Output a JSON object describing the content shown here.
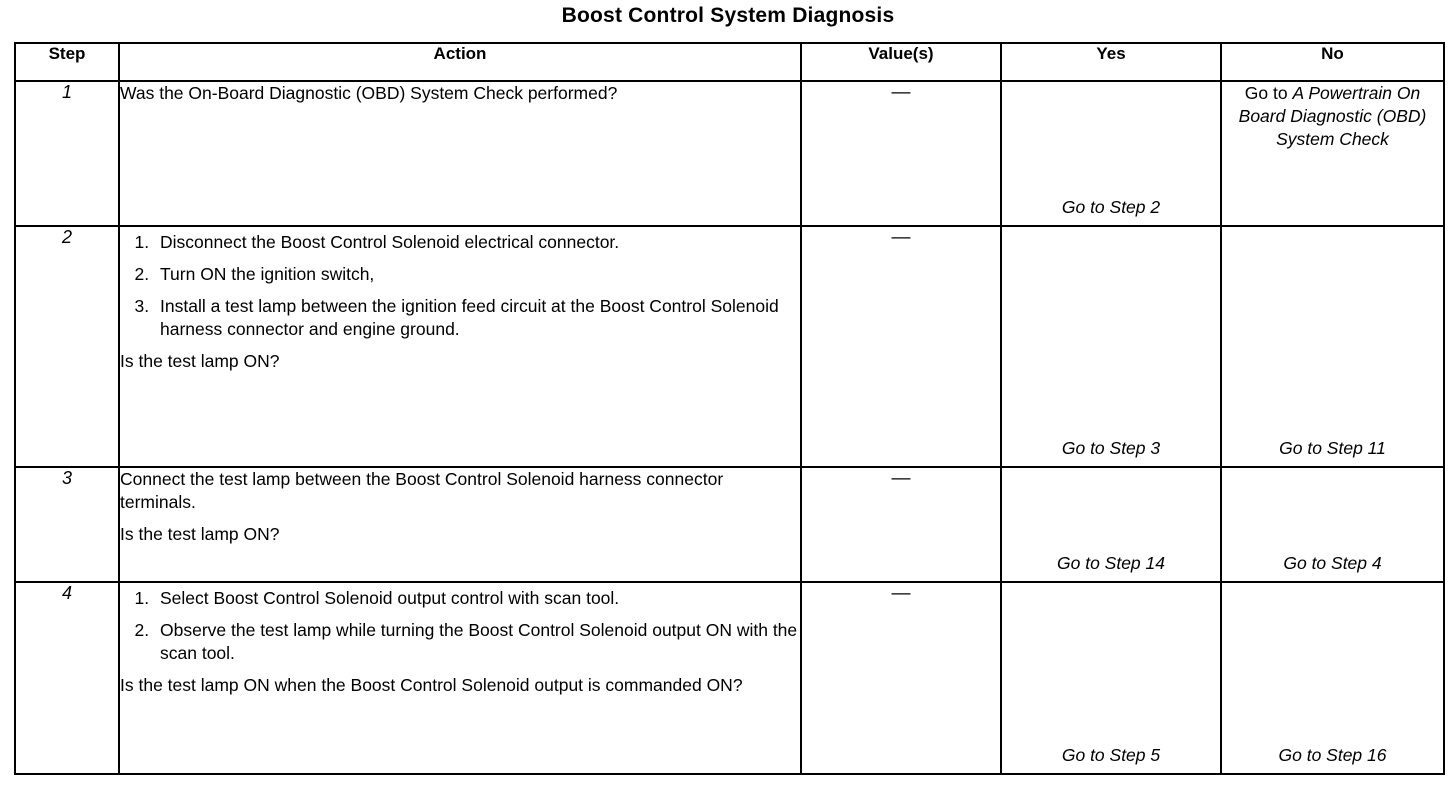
{
  "title": "Boost Control System Diagnosis",
  "table": {
    "headers": {
      "step": "Step",
      "action": "Action",
      "value": "Value(s)",
      "yes": "Yes",
      "no": "No"
    },
    "rows": [
      {
        "step": "1",
        "action_lead": "Was the On-Board Diagnostic (OBD) System Check performed?",
        "action_items": [],
        "action_question": "",
        "value": "—",
        "yes": "Go to Step 2",
        "no_lead": "Go to ",
        "no_italic": "A Powertrain On Board Diagnostic (OBD) System Check"
      },
      {
        "step": "2",
        "action_lead": "",
        "action_items": [
          "Disconnect the Boost Control Solenoid electrical connector.",
          "Turn ON the ignition switch,",
          "Install a test lamp between the ignition feed circuit at the Boost Control Solenoid harness connector and engine ground."
        ],
        "action_question": "Is the test lamp ON?",
        "value": "—",
        "yes": "Go to Step 3",
        "no_lead": "",
        "no_italic": "Go to Step 11"
      },
      {
        "step": "3",
        "action_lead": "Connect the test lamp between the Boost Control Solenoid harness connector terminals.",
        "action_items": [],
        "action_question": "Is the test lamp ON?",
        "value": "—",
        "yes": "Go to Step 14",
        "no_lead": "",
        "no_italic": "Go to Step 4"
      },
      {
        "step": "4",
        "action_lead": "",
        "action_items": [
          "Select Boost Control Solenoid output control with scan tool.",
          "Observe the test lamp while turning the Boost Control Solenoid output ON with the scan tool."
        ],
        "action_question": "Is the test lamp ON when the Boost Control Solenoid output is commanded ON?",
        "value": "—",
        "yes": "Go to Step 5",
        "no_lead": "",
        "no_italic": "Go to Step 16"
      }
    ]
  }
}
